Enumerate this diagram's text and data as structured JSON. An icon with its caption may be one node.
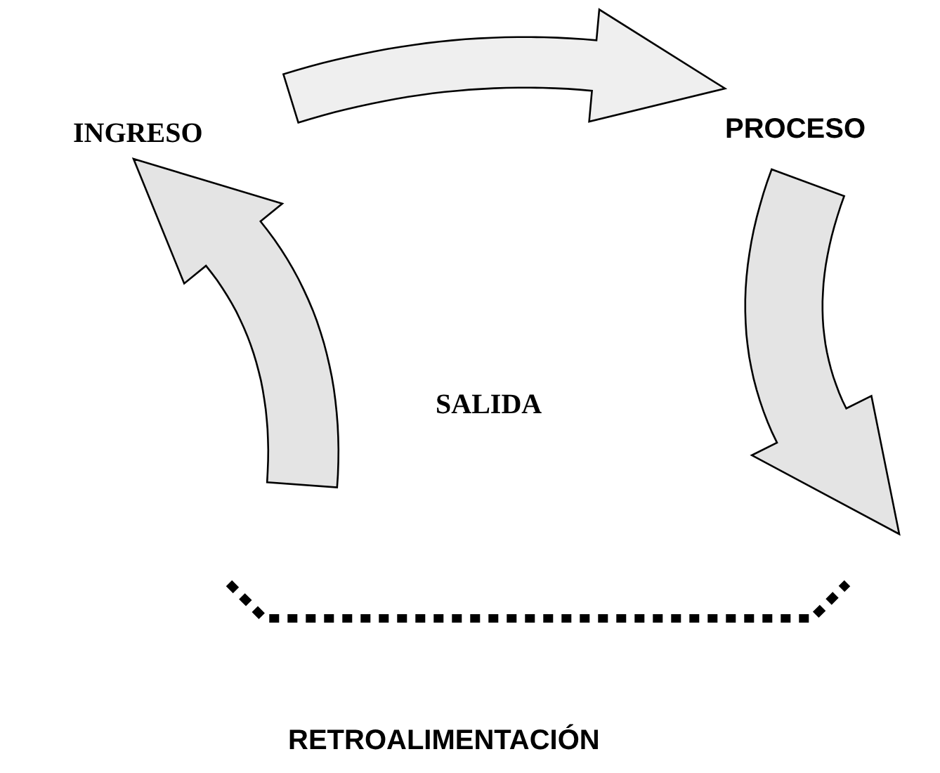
{
  "diagram": {
    "nodes": [
      {
        "text": [
          "INGRESO"
        ]
      },
      {
        "text": [
          "PROCESO"
        ]
      },
      {
        "text": [
          "SALIDA"
        ]
      },
      {
        "text": [
          "RETROALIMENTACIÓN"
        ]
      }
    ],
    "edges": [
      {
        "from": 0,
        "to": 1,
        "arrow": "to"
      },
      {
        "from": 1,
        "to": null,
        "arrow": "to"
      },
      {
        "from": null,
        "to": 0,
        "arrow": "to"
      }
    ]
  }
}
